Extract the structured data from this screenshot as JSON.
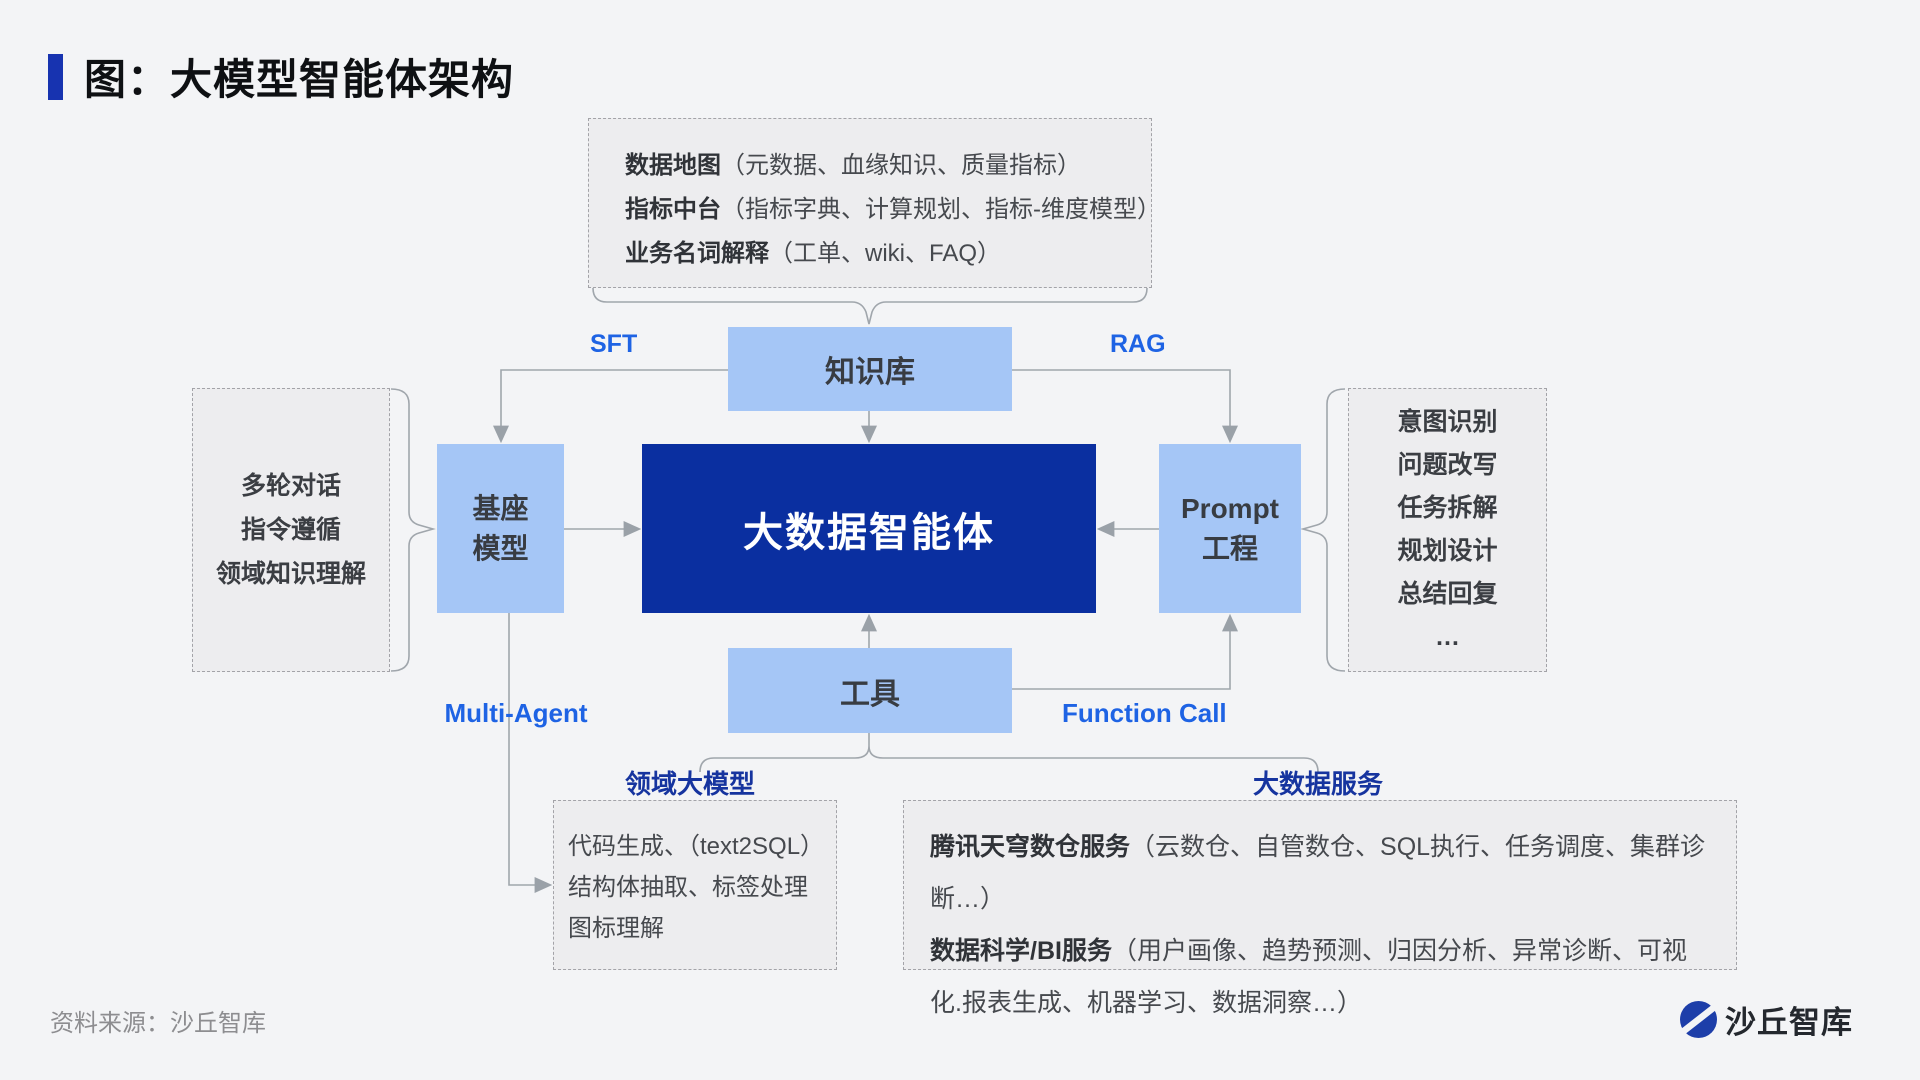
{
  "page": {
    "title": "图：大模型智能体架构",
    "source_note": "资料来源：沙丘智库",
    "brand": "沙丘智库"
  },
  "knowledge_panel": {
    "items": [
      {
        "lead": "数据地图",
        "rest": "（元数据、血缘知识、质量指标）"
      },
      {
        "lead": "指标中台",
        "rest": "（指标字典、计算规划、指标-维度模型）"
      },
      {
        "lead": "业务名词解释",
        "rest": "（工单、wiki、FAQ）"
      }
    ]
  },
  "nodes": {
    "knowledge_base": "知识库",
    "base_model_line1": "基座",
    "base_model_line2": "模型",
    "agent": "大数据智能体",
    "prompt_line1": "Prompt",
    "prompt_line2": "工程",
    "tool": "工具"
  },
  "edge_labels": {
    "sft": "SFT",
    "rag": "RAG",
    "multi_agent": "Multi-Agent",
    "function_call": "Function Call",
    "domain_llm": "领域大模型",
    "bigdata_service": "大数据服务"
  },
  "left_panel": {
    "items": [
      "多轮对话",
      "指令遵循",
      "领域知识理解"
    ]
  },
  "right_panel": {
    "items": [
      "意图识别",
      "问题改写",
      "任务拆解",
      "规划设计",
      "总结回复",
      "…"
    ]
  },
  "domain_llm_panel": {
    "lines": [
      "代码生成、（text2SQL）",
      "结构体抽取、标签处理",
      "图标理解"
    ]
  },
  "bigdata_panel": {
    "items": [
      {
        "lead": "腾讯天穹数仓服务",
        "rest": "（云数仓、自管数仓、SQL执行、任务调度、集群诊断…）"
      },
      {
        "lead": "数据科学/BI服务",
        "rest": "（用户画像、趋势预测、归因分析、异常诊断、可视化.报表生成、机器学习、数据洞察…）"
      }
    ]
  },
  "colors": {
    "page_background": "#f3f4f6",
    "accent_bar": "#1733b0",
    "node_light_blue": "#a5c6f6",
    "node_navy": "#0a2fa0",
    "edge_label_blue": "#1e63e4",
    "group_label_blue": "#16349f",
    "panel_gray": "#ededef",
    "wire_gray": "#a0a6ac"
  }
}
